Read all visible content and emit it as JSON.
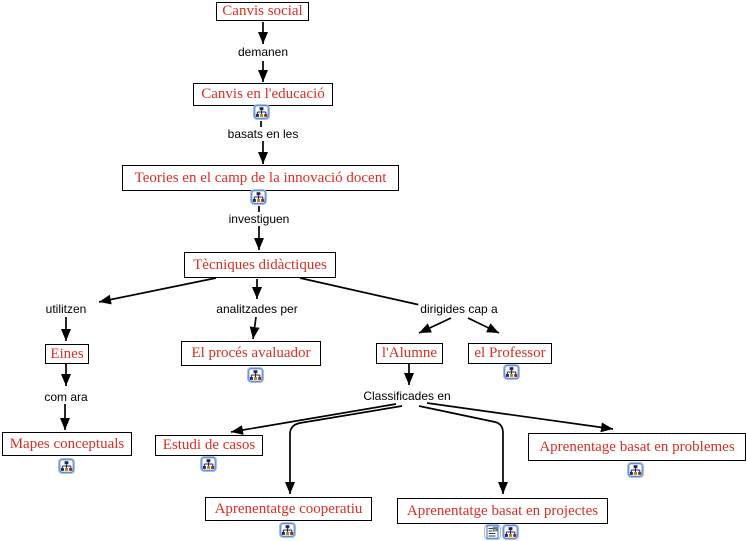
{
  "nodes": {
    "canvis_social": "Canvis social",
    "canvis_educacio": "Canvis en l'educació",
    "teories": "Teories en el camp de la innovació docent",
    "tecniques": "Tècniques didàctiques",
    "eines": "Eines",
    "proces_avaluador": "El procés avaluador",
    "alumne": "l'Alumne",
    "professor": "el Professor",
    "mapes_conceptuals": "Mapes conceptuals",
    "estudi_casos": "Estudi de casos",
    "aprenentatge_cooperatiu": "Aprenentatge cooperatiu",
    "aprenentatge_projectes": "Aprenentatge basat en projectes",
    "aprenentage_problemes": "Aprenentage basat en problemes"
  },
  "links": {
    "demanen": "demanen",
    "basats": "basats en les",
    "investiguen": "investiguen",
    "utilitzen": "utilitzen",
    "analitzades": "analitzades per",
    "dirigides": "dirigides cap a",
    "com_ara": "com ara",
    "classificades": "Classificades en"
  },
  "icons": {
    "concept_map": "concept-map-resource-icon",
    "document": "document-resource-icon"
  },
  "colors": {
    "background": "#ffffff",
    "node_text": "#d92f25",
    "node_border": "#000000",
    "label_text": "#000000",
    "line": "#000000",
    "icon_border": "#3a6fc4"
  }
}
